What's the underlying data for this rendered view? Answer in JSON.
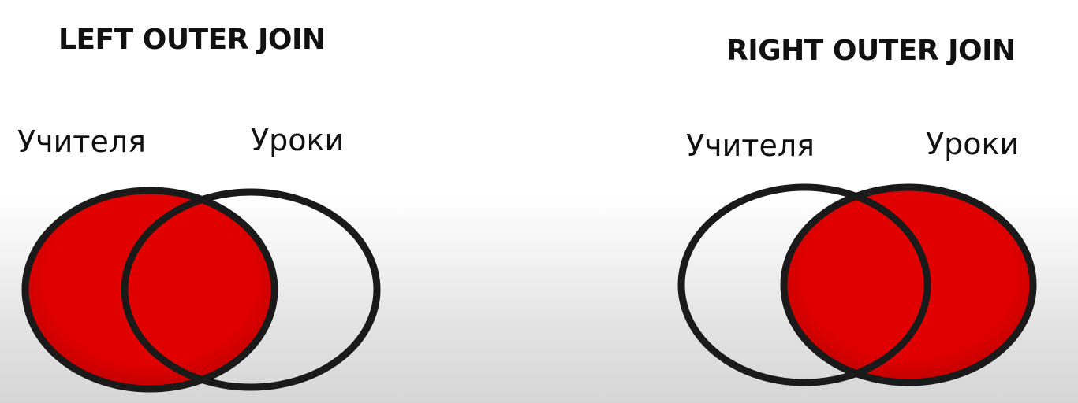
{
  "left_diagram": {
    "title": "LEFT OUTER JOIN",
    "set_a_label": "Учителя",
    "set_b_label": "Уроки",
    "highlighted": "left"
  },
  "right_diagram": {
    "title": "RIGHT OUTER JOIN",
    "set_a_label": "Учителя",
    "set_b_label": "Уроки",
    "highlighted": "right"
  },
  "colors": {
    "fill": "#e00000",
    "fill_dark": "#b80000",
    "outline": "#1a1a1a"
  }
}
